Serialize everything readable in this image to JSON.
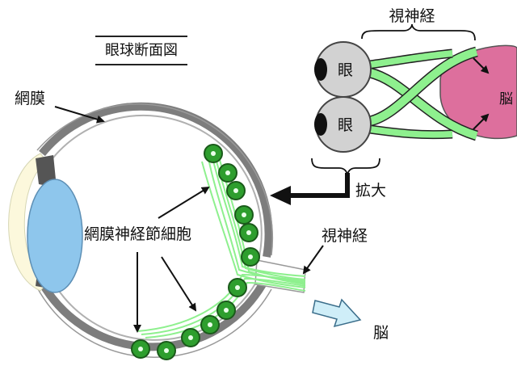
{
  "diagram": {
    "title": "眼球断面図",
    "labels": {
      "retina": "網膜",
      "ganglion_cells": "網膜神経節細胞",
      "optic_nerve_main": "視神経",
      "brain_main": "脳",
      "enlarge": "拡大",
      "optic_nerve_inset": "視神経",
      "eye_top": "眼",
      "eye_bottom": "眼",
      "brain_inset": "脳"
    },
    "colors": {
      "sclera": "#7a7a7a",
      "lens": "#8ec6ec",
      "cornea": "#fcf8dc",
      "nerve_green": "#8ef08e",
      "cell_green": "#2e9e2e",
      "brain_pink": "#dd6f9d",
      "eyeball_gray": "#d2d2d2",
      "arrow_blue": "#cfeef8"
    }
  }
}
